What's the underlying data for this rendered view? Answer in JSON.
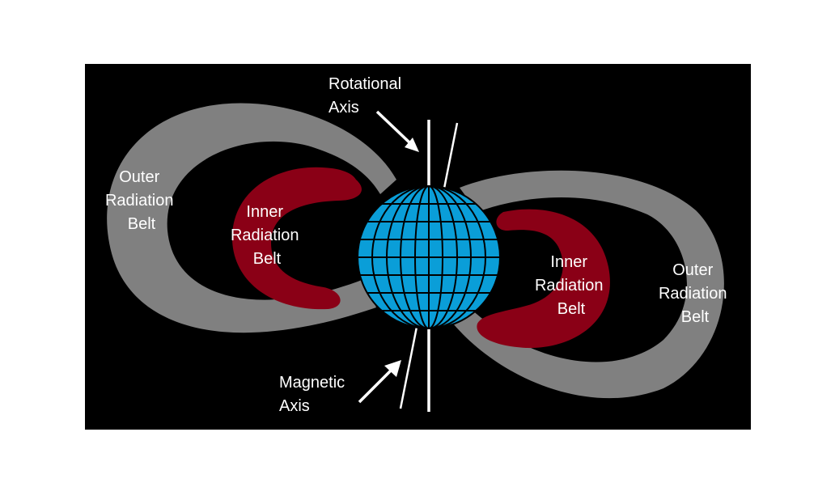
{
  "labels": {
    "rotational_axis": {
      "line1": "Rotational",
      "line2": "Axis"
    },
    "magnetic_axis": {
      "line1": "Magnetic",
      "line2": "Axis"
    },
    "outer_left": {
      "line1": "Outer",
      "line2": "Radiation",
      "line3": "Belt"
    },
    "outer_right": {
      "line1": "Outer",
      "line2": "Radiation",
      "line3": "Belt"
    },
    "inner_left": {
      "line1": "Inner",
      "line2": "Radiation",
      "line3": "Belt"
    },
    "inner_right": {
      "line1": "Inner",
      "line2": "Radiation",
      "line3": "Belt"
    }
  },
  "colors": {
    "background": "#000000",
    "outer_belt": "#808080",
    "inner_belt": "#8a0016",
    "earth": "#0a9ed8",
    "grid": "#000000",
    "axis": "#ffffff"
  }
}
